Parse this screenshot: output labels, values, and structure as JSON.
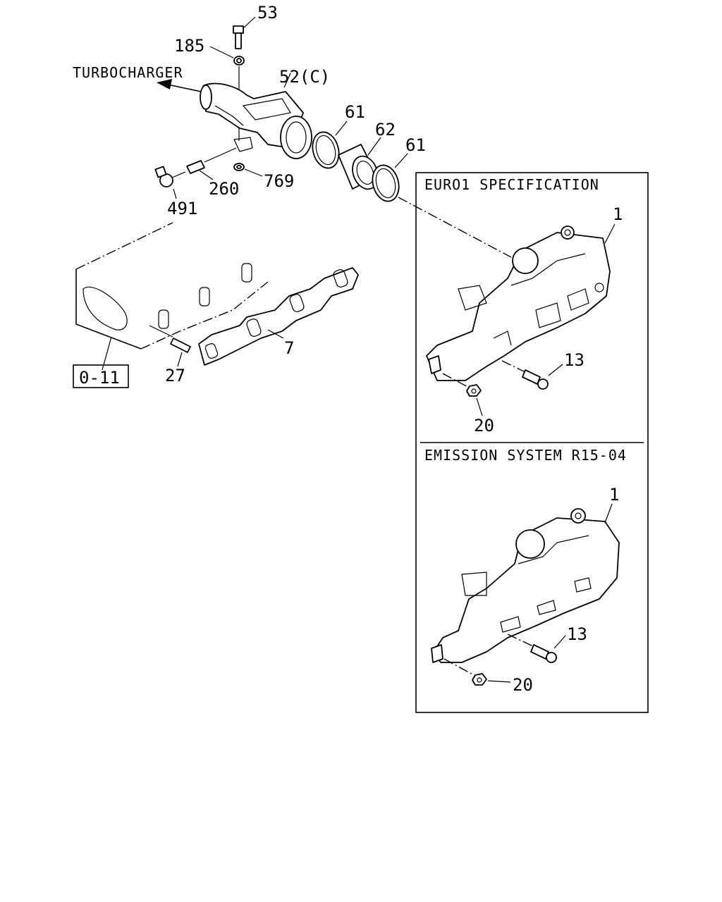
{
  "labels": {
    "turbocharger": "TURBOCHARGER",
    "p53": "53",
    "p185": "185",
    "p52": "52(C)",
    "p61a": "61",
    "p62": "62",
    "p61b": "61",
    "p769": "769",
    "p260": "260",
    "p491": "491",
    "p7": "7",
    "p27": "27",
    "ref_box": "0-11",
    "euro_title": "EURO1 SPECIFICATION",
    "euro_p1": "1",
    "euro_p13": "13",
    "euro_p20": "20",
    "emission_title": "EMISSION SYSTEM R15-04",
    "em_p1": "1",
    "em_p13": "13",
    "em_p20": "20"
  }
}
